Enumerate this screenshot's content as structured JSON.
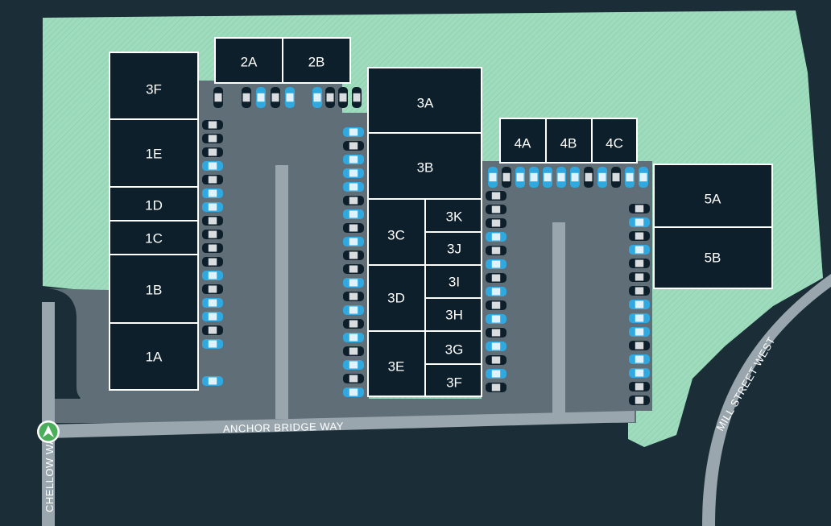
{
  "units": [
    {
      "id": "3F-west",
      "label": "3F"
    },
    {
      "id": "1E",
      "label": "1E"
    },
    {
      "id": "1D",
      "label": "1D"
    },
    {
      "id": "1C",
      "label": "1C"
    },
    {
      "id": "1B",
      "label": "1B"
    },
    {
      "id": "1A",
      "label": "1A"
    },
    {
      "id": "2A",
      "label": "2A"
    },
    {
      "id": "2B",
      "label": "2B"
    },
    {
      "id": "3A",
      "label": "3A"
    },
    {
      "id": "3B",
      "label": "3B"
    },
    {
      "id": "3C",
      "label": "3C"
    },
    {
      "id": "3K",
      "label": "3K"
    },
    {
      "id": "3J",
      "label": "3J"
    },
    {
      "id": "3D",
      "label": "3D"
    },
    {
      "id": "3I",
      "label": "3I"
    },
    {
      "id": "3H",
      "label": "3H"
    },
    {
      "id": "3E",
      "label": "3E"
    },
    {
      "id": "3G",
      "label": "3G"
    },
    {
      "id": "3F-east",
      "label": "3F"
    },
    {
      "id": "4A",
      "label": "4A"
    },
    {
      "id": "4B",
      "label": "4B"
    },
    {
      "id": "4C",
      "label": "4C"
    },
    {
      "id": "5A",
      "label": "5A"
    },
    {
      "id": "5B",
      "label": "5B"
    }
  ],
  "roads": {
    "anchor_bridge_way": "ANCHOR BRIDGE WAY",
    "chellow_way": "CHELLOW WAY",
    "mill_street_west": "MILL STREET WEST"
  },
  "colors": {
    "background": "#1b2e38",
    "greenery": "#9fdcbd",
    "yard": "#5f6e77",
    "road": "#9aa6ad",
    "unit_fill": "#0d1f2b",
    "car_black": "#0d1f2b",
    "car_blue": "#2fa9e0",
    "marker": "#4cae5b"
  },
  "icons": {
    "parking_car": "car-icon",
    "road_marker": "direction-marker-icon"
  }
}
